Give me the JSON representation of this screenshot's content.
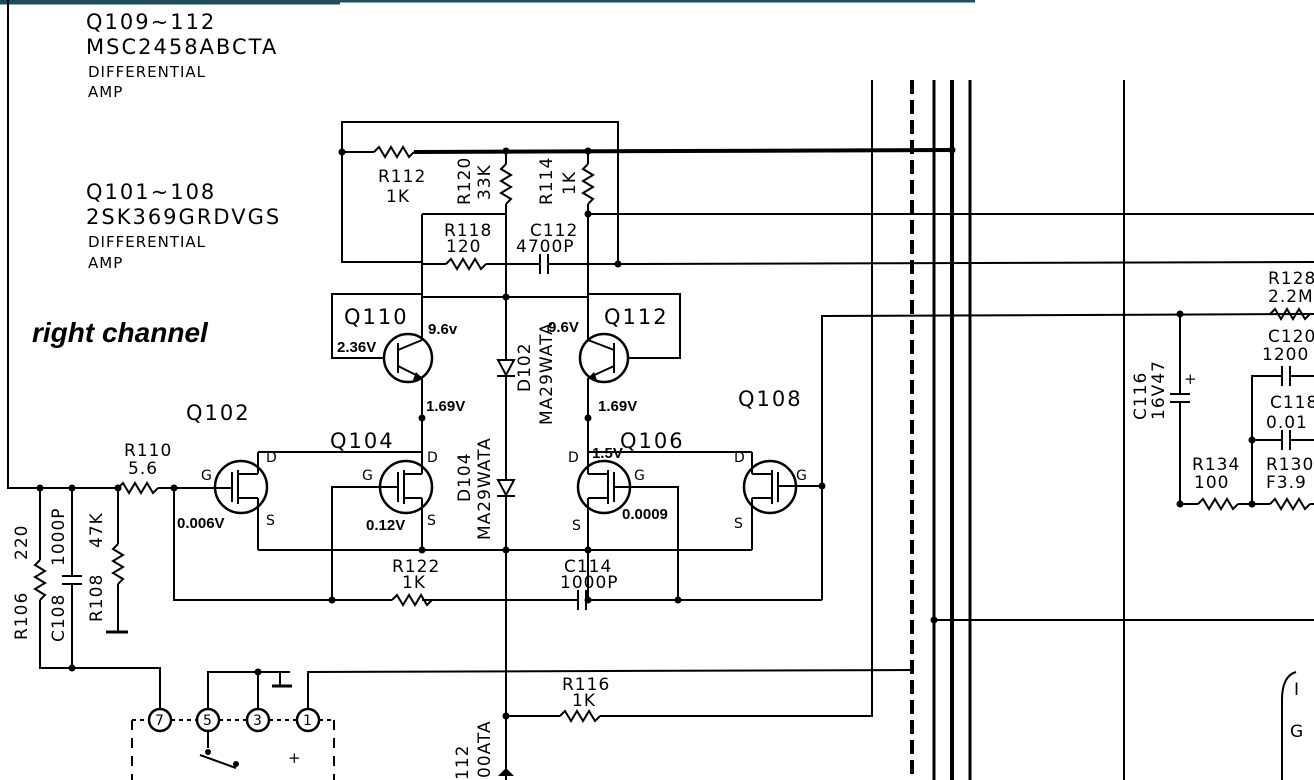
{
  "top_bar_color": "#1f4e5a",
  "channel_label": "right channel",
  "groups": {
    "q109_112": {
      "range": "Q109~112",
      "part": "MSC2458ABCTA",
      "func1": "DIFFERENTIAL",
      "func2": "AMP"
    },
    "q101_108": {
      "range": "Q101~108",
      "part": "2SK369GRDVGS",
      "func1": "DIFFERENTIAL",
      "func2": "AMP"
    }
  },
  "components": {
    "r112": {
      "ref": "R112",
      "value": "1K"
    },
    "r120": {
      "ref": "R120",
      "value": "33K"
    },
    "r114": {
      "ref": "R114",
      "value": "1K"
    },
    "r118": {
      "ref": "R118",
      "value": "120"
    },
    "c112": {
      "ref": "C112",
      "value": "4700P"
    },
    "r110": {
      "ref": "R110",
      "value": "5.6"
    },
    "r122": {
      "ref": "R122",
      "value": "1K"
    },
    "c114": {
      "ref": "C114",
      "value": "1000P"
    },
    "r106": {
      "ref": "R106",
      "value": "220"
    },
    "c108": {
      "ref": "C108",
      "value": "1000P"
    },
    "r108": {
      "ref": "R108",
      "value": "47K"
    },
    "r116": {
      "ref": "R116",
      "value": "1K"
    },
    "d102": {
      "ref": "D102",
      "value": "MA29WATA"
    },
    "d104": {
      "ref": "D104",
      "value": "MA29WATA"
    },
    "c116": {
      "ref": "C116",
      "value": "16V47"
    },
    "r134": {
      "ref": "R134",
      "value": "100"
    },
    "r128": {
      "ref": "R128",
      "value": "2.2M"
    },
    "c120": {
      "ref": "C120",
      "value": "1200"
    },
    "c118": {
      "ref": "C118",
      "value": "0.01"
    },
    "r130": {
      "ref": "R130",
      "value": "F3.9"
    },
    "bottom_cut_1": "112",
    "bottom_cut_2": "00ATA"
  },
  "transistors": {
    "q110": "Q110",
    "q112": "Q112",
    "q102": "Q102",
    "q104": "Q104",
    "q106": "Q106",
    "q108": "Q108"
  },
  "pins": {
    "g": "G",
    "d": "D",
    "s": "S",
    "plus": "+"
  },
  "voltages": {
    "q110_c": "9.6v",
    "q110_b": "2.36V",
    "q110_e": "1.69V",
    "q112_c": "9.6V",
    "q112_e": "1.69V",
    "q102_s": "0.006V",
    "q104_s": "0.12V",
    "q106_d": "1.5V",
    "q106_s": "0.0009"
  },
  "connector_pins": [
    "7",
    "5",
    "3",
    "1"
  ],
  "edge_marks": {
    "right_top": "I",
    "right_bottom": "G"
  }
}
